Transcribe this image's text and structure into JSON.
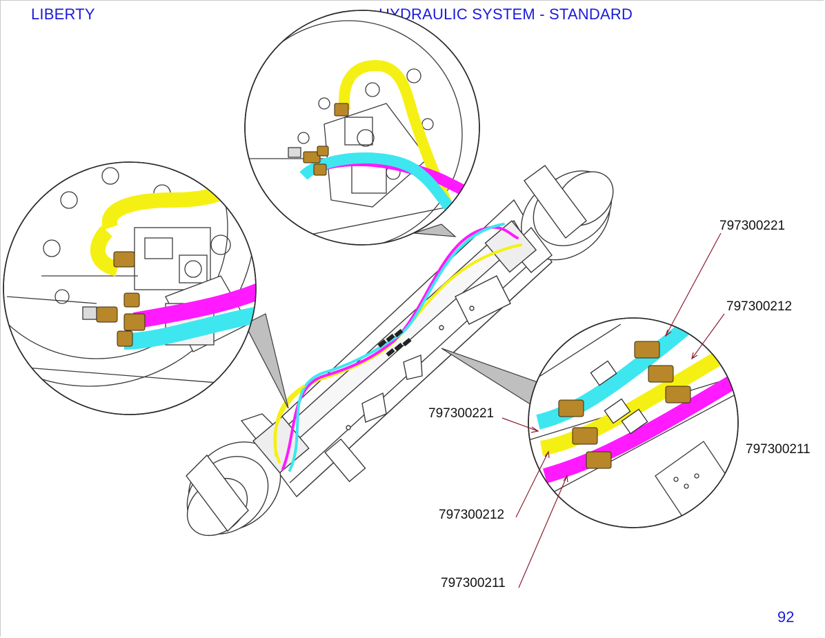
{
  "header": {
    "brand": "LIBERTY",
    "section_title": "HYDRAULIC SYSTEM - STANDARD"
  },
  "page_number": "92",
  "hose_colors": {
    "cyan": "#3ee6f0",
    "magenta": "#ff1aff",
    "yellow": "#f5f013",
    "brass": "#b8872a",
    "leader": "#8a1c2c"
  },
  "part_labels": {
    "top_right_cyan": "797300221",
    "top_right_yellow": "797300212",
    "left_cyan": "797300221",
    "right_magenta": "797300211",
    "bottom_yellow": "797300212",
    "bottom_magenta": "797300211"
  }
}
